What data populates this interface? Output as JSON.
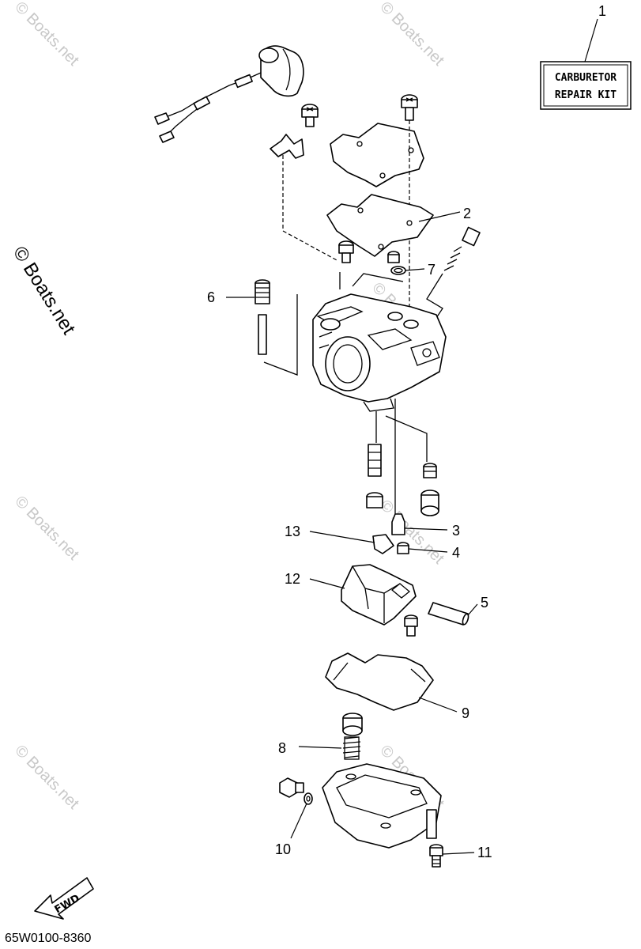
{
  "watermark": {
    "text": "© Boats.net",
    "side_text": "© Boats.net"
  },
  "repair_kit": {
    "line1": "CARBURETOR",
    "line2": "REPAIR KIT",
    "callout": "1"
  },
  "callouts": {
    "c2": "2",
    "c3": "3",
    "c4": "4",
    "c5": "5",
    "c6": "6",
    "c7": "7",
    "c8": "8",
    "c9": "9",
    "c10": "10",
    "c11": "11",
    "c12": "12",
    "c13": "13"
  },
  "fwd_label": "FWD",
  "diagram_code": "65W0100-8360"
}
